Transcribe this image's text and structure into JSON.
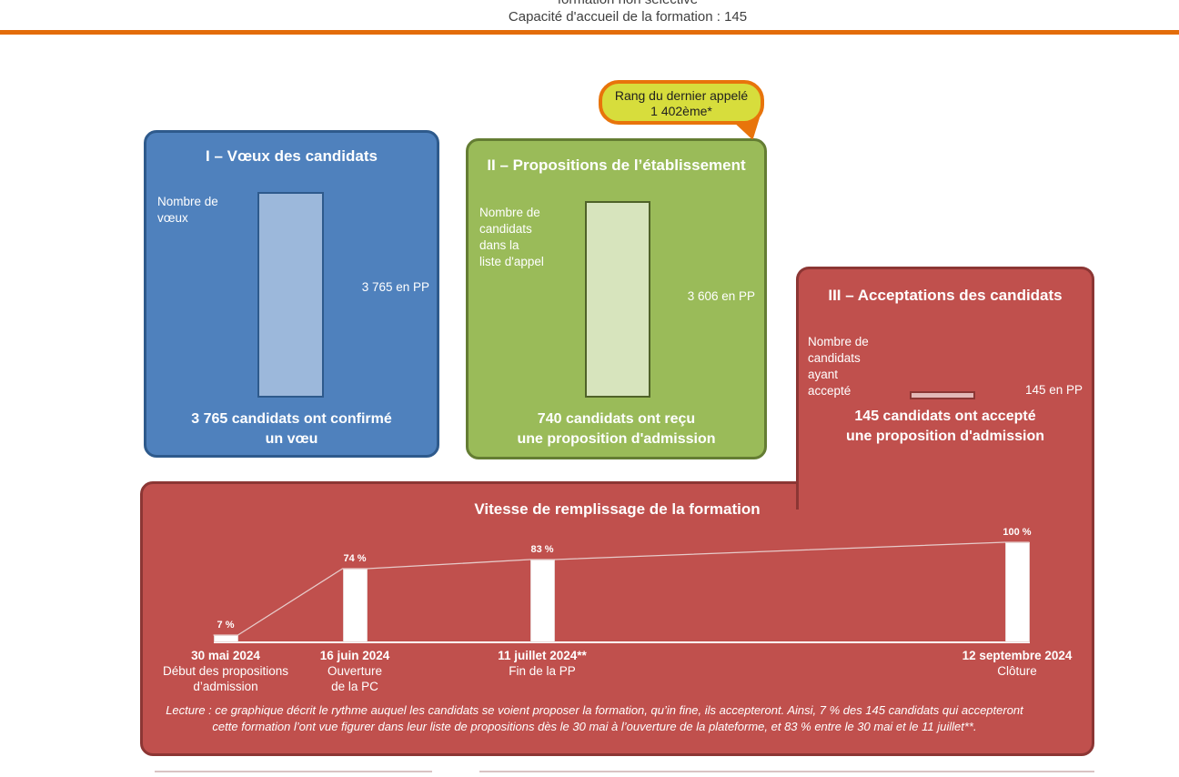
{
  "header": {
    "top_label_partial": "formation non sélective",
    "capacity_line": "Capacité d'accueil de la formation : 145",
    "capacity": 145
  },
  "callout": {
    "line1": "Rang du dernier appelé",
    "line2": "1 402ème*",
    "last_called_rank": 1402
  },
  "chart_data": [
    {
      "type": "bar",
      "id": "admission-funnel",
      "ymax": 3765,
      "stages": [
        {
          "numeral": "I",
          "title": "I – Vœux des candidats",
          "ylabel_lines": [
            "Nombre de",
            "vœux"
          ],
          "value": 3765,
          "annotation": "3 765 en PP",
          "caption_lines": [
            "3 765 candidats ont confirmé",
            "un vœu"
          ]
        },
        {
          "numeral": "II",
          "title": "II – Propositions de l’établissement",
          "ylabel_lines": [
            "Nombre de",
            "candidats",
            "dans la",
            "liste d'appel"
          ],
          "value": 3606,
          "annotation": "3 606 en PP",
          "caption_lines": [
            "740 candidats ont reçu",
            "une proposition d'admission"
          ]
        },
        {
          "numeral": "III",
          "title": "III – Acceptations des candidats",
          "ylabel_lines": [
            "Nombre de",
            "candidats",
            "ayant",
            "accepté"
          ],
          "value": 145,
          "annotation": "145 en PP",
          "caption_lines": [
            "145 candidats ont accepté",
            "une proposition d'admission"
          ]
        }
      ]
    },
    {
      "type": "bar",
      "id": "filling-speed",
      "title": "Vitesse de remplissage de la formation",
      "ylim": [
        0,
        100
      ],
      "unit": "%",
      "categories": [
        "30 mai 2024",
        "16 juin 2024",
        "11 juillet 2024**",
        "12 septembre 2024"
      ],
      "values": [
        7,
        74,
        83,
        100
      ],
      "points": [
        {
          "label": "7 %",
          "value": 7,
          "date": "30 mai 2024",
          "event_lines": [
            "Début des propositions",
            "d’admission"
          ]
        },
        {
          "label": "74 %",
          "value": 74,
          "date": "16 juin 2024",
          "event_lines": [
            "Ouverture",
            "de la PC"
          ]
        },
        {
          "label": "83 %",
          "value": 83,
          "date": "11 juillet 2024**",
          "event_lines": [
            "Fin de la PP"
          ]
        },
        {
          "label": "100 %",
          "value": 100,
          "date": "12 septembre 2024",
          "event_lines": [
            "Clôture"
          ]
        }
      ],
      "lecture_lines": [
        "Lecture : ce graphique décrit le rythme auquel les candidats se voient proposer la formation, qu’in fine, ils accepteront. Ainsi, 7 % des 145 candidats qui accepteront",
        "cette formation l’ont vue figurer dans leur liste de propositions dès le 30 mai à l’ouverture de la plateforme, et 83 % entre le 30 mai et le 11 juillet**."
      ]
    }
  ],
  "colors": {
    "accent_orange": "#E36C09",
    "callout_fill": "#D7DD3C",
    "blue_box": "#4F81BD",
    "blue_bar": "#9CB8DB",
    "green_box": "#9ABB59",
    "green_bar": "#D7E4BD",
    "red_box": "#C0504D",
    "red_bar": "#E3B8B7",
    "text_on_boxes": "#FFFFFF"
  }
}
